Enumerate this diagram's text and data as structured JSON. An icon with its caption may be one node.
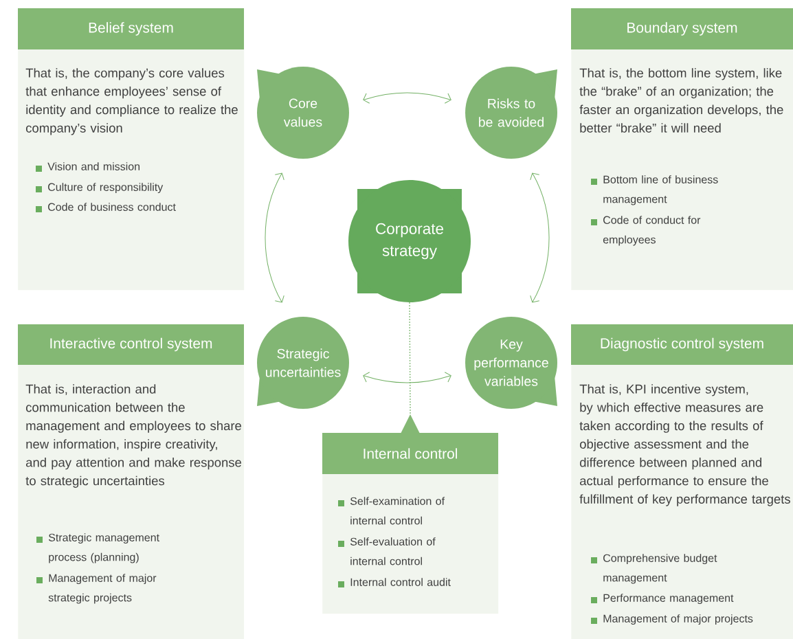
{
  "diagram": {
    "nodes": [
      {
        "text": [
          "Belief system",
          "That is, the company’s core values that enhance employees’ sense of identity and compliance to realize the company’s vision",
          "Vision and mission",
          "Culture of responsibility",
          "Code of business conduct"
        ]
      },
      {
        "text": [
          "Core values"
        ]
      },
      {
        "text": [
          "Risks to be avoided"
        ]
      },
      {
        "text": [
          "Boundary system",
          "That is, the bottom line system, like the “brake” of an organization; the faster an organization develops, the better “brake” it will need",
          "Bottom line of business management",
          "Code of conduct for employees"
        ]
      },
      {
        "text": [
          "Corporate strategy"
        ]
      },
      {
        "text": [
          "Interactive control system",
          "That is, interaction and communication between the management and employees to share new information, inspire creativity, and pay attention and make response to strategic uncertainties",
          "Strategic management process (planning)",
          "Management of major strategic projects"
        ]
      },
      {
        "text": [
          "Strategic uncertainties"
        ]
      },
      {
        "text": [
          "Key performance variables"
        ]
      },
      {
        "text": [
          "Diagnostic control system",
          "That is, KPI incentive system, by which effective measures are taken according to the results of objective assessment and the difference between planned and actual performance to ensure the fulfillment of key performance targets",
          "Comprehensive budget management",
          "Performance management",
          "Management of major projects"
        ]
      },
      {
        "text": [
          "Internal control",
          "Self-examination of internal control",
          "Self-evaluation of internal control",
          "Internal control audit"
        ]
      }
    ],
    "edges": [
      {
        "from": 1,
        "to": 2,
        "arrow": "both"
      },
      {
        "from": 1,
        "to": 6,
        "arrow": "both"
      },
      {
        "from": 2,
        "to": 7,
        "arrow": "both"
      },
      {
        "from": 6,
        "to": 7,
        "arrow": "both"
      },
      {
        "from": 4,
        "to": 9,
        "arrow": "none",
        "style": "dashed"
      }
    ]
  }
}
